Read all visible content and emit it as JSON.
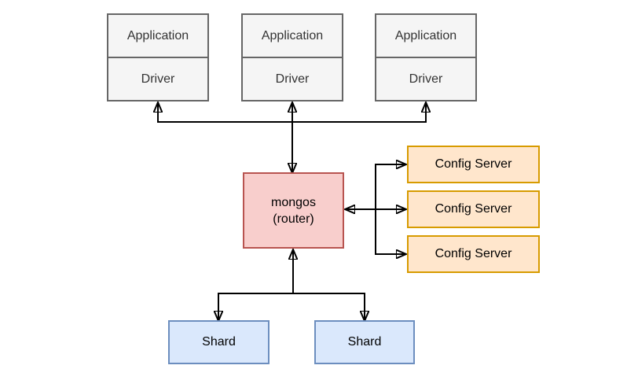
{
  "nodes": {
    "applications": [
      {
        "app_label": "Application",
        "driver_label": "Driver"
      },
      {
        "app_label": "Application",
        "driver_label": "Driver"
      },
      {
        "app_label": "Application",
        "driver_label": "Driver"
      }
    ],
    "router": {
      "line1": "mongos",
      "line2": "(router)"
    },
    "config_servers": [
      "Config Server",
      "Config Server",
      "Config Server"
    ],
    "shards": [
      "Shard",
      "Shard"
    ]
  },
  "colors": {
    "application_fill": "#f5f5f5",
    "application_border": "#666666",
    "application_text": "#333333",
    "router_fill": "#f8cecc",
    "router_border": "#b85450",
    "config_fill": "#ffe6cc",
    "config_border": "#d79b00",
    "shard_fill": "#dae8fc",
    "shard_border": "#6c8ebf",
    "edge": "#000000",
    "background": "#ffffff"
  }
}
